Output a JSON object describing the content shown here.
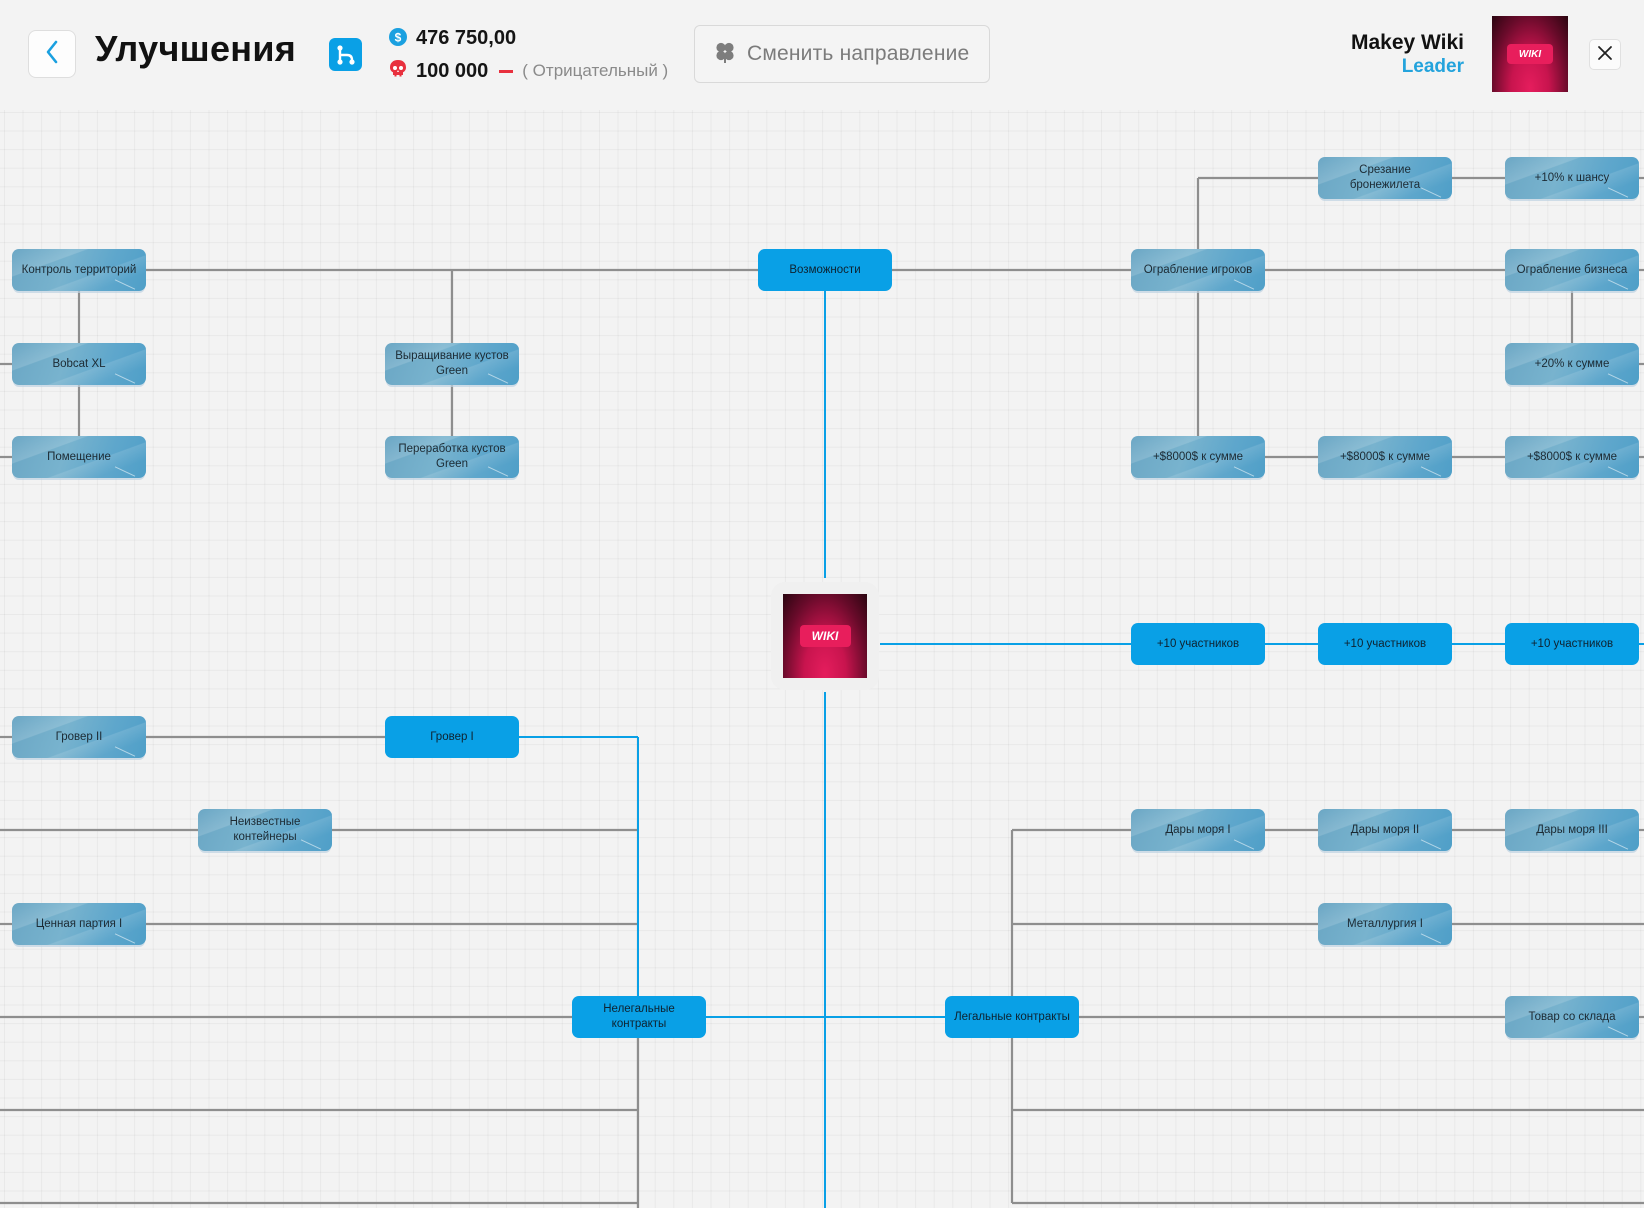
{
  "header": {
    "back_icon": "chevron-left-icon",
    "title": "Улучшения",
    "tree_icon": "branch-tree-icon",
    "money": {
      "icon": "dollar-coin-icon",
      "value": "476 750,00"
    },
    "reputation": {
      "icon": "skull-icon",
      "value": "100 000",
      "type": "( Отрицательный )"
    },
    "change_direction": {
      "icon": "clover-icon",
      "label": "Сменить направление"
    },
    "user": {
      "name": "Makey Wiki",
      "role": "Leader",
      "avatar_badge": "WIKI"
    },
    "close_icon": "close-icon"
  },
  "colors": {
    "accent": "#09a0e6",
    "locked_node": "#6aa6c4",
    "connector": "#8e8e8e",
    "danger": "#e8303e",
    "brand": "#e81e5c"
  },
  "tree": {
    "center_badge": "WIKI",
    "nodes": [
      {
        "id": "kontrol",
        "label": "Контроль территорий",
        "state": "locked"
      },
      {
        "id": "bobcat",
        "label": "Bobcat XL",
        "state": "locked"
      },
      {
        "id": "pomeshenie",
        "label": "Помещение",
        "state": "locked"
      },
      {
        "id": "vyrash",
        "label": "Выращивание кустов Green",
        "state": "locked"
      },
      {
        "id": "pererab",
        "label": "Переработка кустов Green",
        "state": "locked"
      },
      {
        "id": "vozmozhnosti",
        "label": "Возможности",
        "state": "active"
      },
      {
        "id": "srezanie",
        "label": "Срезание бронежилета",
        "state": "locked"
      },
      {
        "id": "shans10",
        "label": "+10% к шансу",
        "state": "locked"
      },
      {
        "id": "ograb_igrokov",
        "label": "Ограбление игроков",
        "state": "locked"
      },
      {
        "id": "ograb_biz",
        "label": "Ограбление бизнеса",
        "state": "locked"
      },
      {
        "id": "summa20",
        "label": "+20% к сумме",
        "state": "locked"
      },
      {
        "id": "s8000_1",
        "label": "+$8000$ к сумме",
        "state": "locked"
      },
      {
        "id": "s8000_2",
        "label": "+$8000$ к сумме",
        "state": "locked"
      },
      {
        "id": "s8000_3",
        "label": "+$8000$ к сумме",
        "state": "locked"
      },
      {
        "id": "uch10_1",
        "label": "+10 участников",
        "state": "active"
      },
      {
        "id": "uch10_2",
        "label": "+10 участников",
        "state": "active"
      },
      {
        "id": "uch10_3",
        "label": "+10 участников",
        "state": "active"
      },
      {
        "id": "grover2",
        "label": "Гровер II",
        "state": "locked"
      },
      {
        "id": "grover1",
        "label": "Гровер I",
        "state": "active"
      },
      {
        "id": "neizv",
        "label": "Неизвестные контейнеры",
        "state": "locked"
      },
      {
        "id": "cennaya",
        "label": "Ценная партия I",
        "state": "locked"
      },
      {
        "id": "nelegal",
        "label": "Нелегальные контракты",
        "state": "active"
      },
      {
        "id": "legal",
        "label": "Легальные контракты",
        "state": "active"
      },
      {
        "id": "dary1",
        "label": "Дары моря I",
        "state": "locked"
      },
      {
        "id": "dary2",
        "label": "Дары моря II",
        "state": "locked"
      },
      {
        "id": "dary3",
        "label": "Дары моря III",
        "state": "locked"
      },
      {
        "id": "metall",
        "label": "Металлургия I",
        "state": "locked"
      },
      {
        "id": "tovar",
        "label": "Товар со склада",
        "state": "locked"
      }
    ]
  }
}
